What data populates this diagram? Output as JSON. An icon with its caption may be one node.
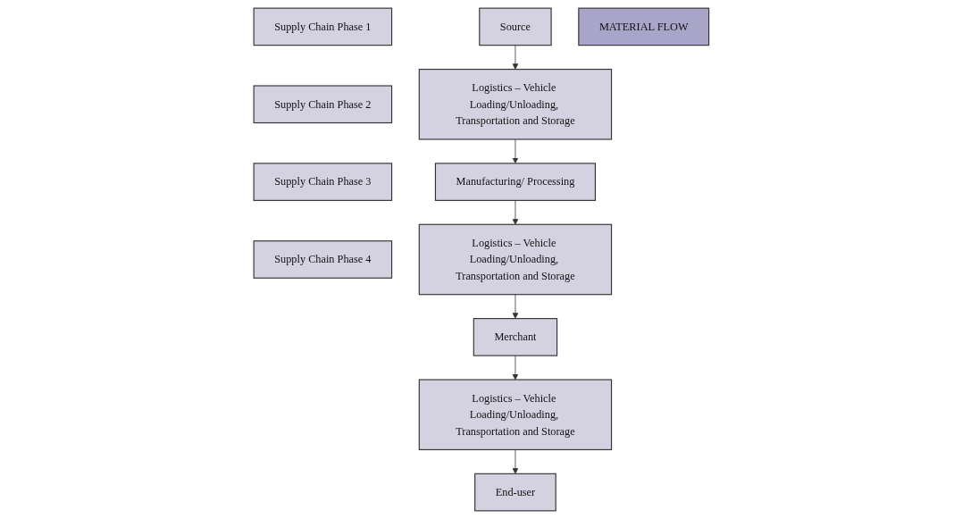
{
  "diagram": {
    "nodes": [
      {
        "text": [
          "Supply Chain Phase 1"
        ]
      },
      {
        "text": [
          "Supply Chain Phase 2"
        ]
      },
      {
        "text": [
          "Supply Chain Phase 3"
        ]
      },
      {
        "text": [
          "Supply Chain Phase 4"
        ]
      },
      {
        "text": [
          "Source"
        ]
      },
      {
        "text": [
          "Logistics – Vehicle Loading/Unloading, Transportation and Storage"
        ]
      },
      {
        "text": [
          "Manufacturing/ Processing"
        ]
      },
      {
        "text": [
          "Logistics – Vehicle Loading/Unloading, Transportation and Storage"
        ]
      },
      {
        "text": [
          "Merchant"
        ]
      },
      {
        "text": [
          "Logistics – Vehicle Loading/Unloading, Transportation and Storage"
        ]
      },
      {
        "text": [
          "End-user"
        ]
      },
      {
        "text": [
          "MATERIAL FLOW"
        ]
      }
    ],
    "edges": [
      {
        "from": 4,
        "to": 5,
        "arrow": "to"
      },
      {
        "from": 5,
        "to": 6,
        "arrow": "to"
      },
      {
        "from": 6,
        "to": 7,
        "arrow": "to"
      },
      {
        "from": 7,
        "to": 8,
        "arrow": "to"
      },
      {
        "from": 8,
        "to": 9,
        "arrow": "to"
      },
      {
        "from": 9,
        "to": 10,
        "arrow": "to"
      }
    ]
  }
}
